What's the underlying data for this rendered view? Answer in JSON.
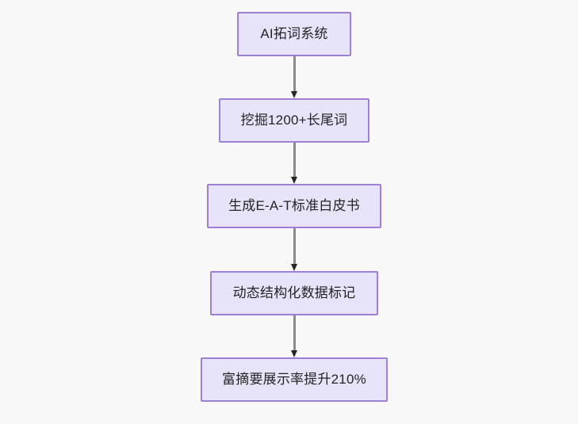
{
  "diagram": {
    "type": "flowchart",
    "direction": "top-to-bottom",
    "background_color": "#f8f8f8",
    "node_fill_color": "#e7e4fa",
    "node_border_color": "#9d80d8",
    "node_text_color": "#242424",
    "edge_line_color": "#8a8a8a",
    "edge_arrow_color": "#262626",
    "nodes": [
      {
        "id": "n1",
        "label": "AI拓词系统"
      },
      {
        "id": "n2",
        "label": "挖掘1200+长尾词"
      },
      {
        "id": "n3",
        "label": "生成E-A-T标准白皮书"
      },
      {
        "id": "n4",
        "label": "动态结构化数据标记"
      },
      {
        "id": "n5",
        "label": "富摘要展示率提升210%"
      }
    ],
    "edges": [
      {
        "from": "n1",
        "to": "n2",
        "label": ""
      },
      {
        "from": "n2",
        "to": "n3",
        "label": ""
      },
      {
        "from": "n3",
        "to": "n4",
        "label": ""
      },
      {
        "from": "n4",
        "to": "n5",
        "label": ""
      }
    ]
  }
}
